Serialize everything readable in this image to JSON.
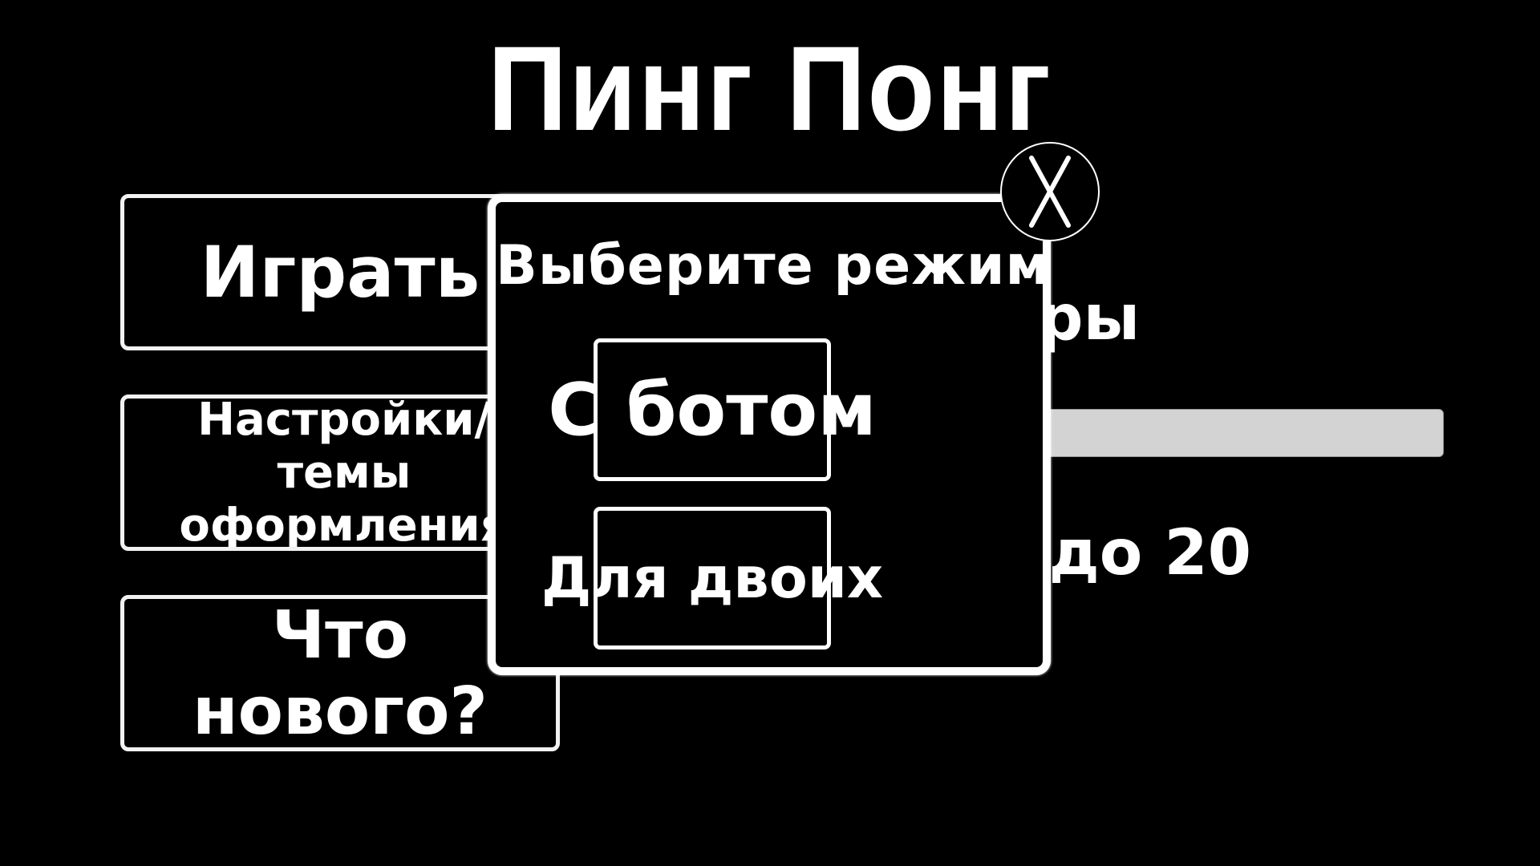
{
  "app": {
    "title": "Пинг Понг"
  },
  "menu": {
    "play_label": "Играть",
    "settings_label": "Настройки/темы\nоформления",
    "news_label": "Что нового?"
  },
  "settings_panel": {
    "heading_visible": "ики игры",
    "slider": {
      "track_color": "#d3d3d3"
    },
    "score_label_visible": "до 20"
  },
  "modal": {
    "title": "Выберите режим",
    "options": [
      {
        "label": "С ботом"
      },
      {
        "label": "Для двоих"
      }
    ],
    "close_icon": "close-x-icon"
  },
  "colors": {
    "background": "#000000",
    "foreground": "#ffffff",
    "slider_track": "#d3d3d3"
  }
}
